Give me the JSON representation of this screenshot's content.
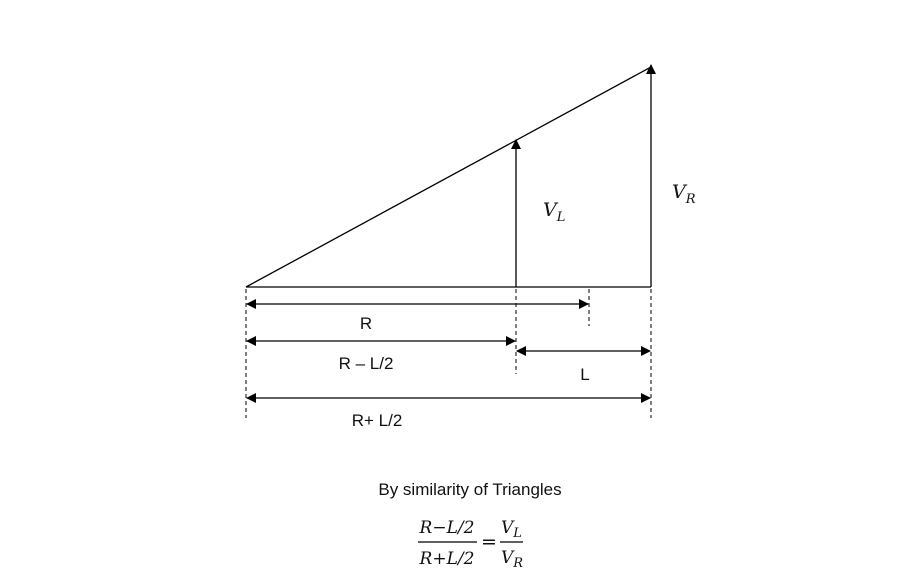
{
  "labels": {
    "v_left_main": "V",
    "v_left_sub": "L",
    "v_right_main": "V",
    "v_right_sub": "R",
    "dim_r": "R",
    "dim_r_minus": "R – L/2",
    "dim_l": "L",
    "dim_r_plus": "R+ L/2"
  },
  "caption": "By similarity of Triangles",
  "equation": {
    "left_numerator": "R−L/2",
    "left_denominator": "R+L/2",
    "equals": "=",
    "right_numerator_main": "V",
    "right_numerator_sub": "L",
    "right_denominator_main": "V",
    "right_denominator_sub": "R"
  }
}
